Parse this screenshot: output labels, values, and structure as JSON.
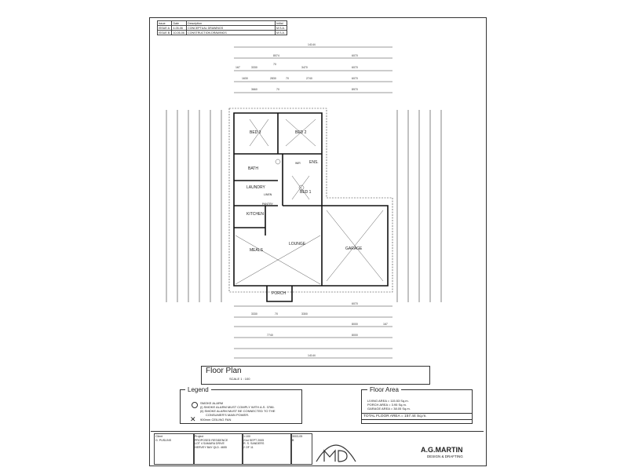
{
  "revisions": {
    "headers": [
      "Issue",
      "Date",
      "Description",
      "Initial"
    ],
    "rows": [
      [
        "ISSUE A",
        "4-05-06",
        "CONCEPTUAL DRAWINGS",
        "M.S.A."
      ],
      [
        "ISSUE B",
        "10-05-06",
        "CONSTRUCTION DRAWINGS",
        "M.S.A."
      ]
    ]
  },
  "top_dims": [
    "14144",
    "8074",
    "6070",
    "167",
    "3330",
    "70",
    "3470",
    "6070",
    "1630",
    "2830",
    "70",
    "2740",
    "6070",
    "3660",
    "70",
    "8970"
  ],
  "rooms": {
    "bed3": "BED 3",
    "bed2": "BED 2",
    "bath": "BATH",
    "ens": "ENS.",
    "laundry": "LAUNDRY",
    "kitchen": "KITCHEN",
    "bed1": "BED 1",
    "pantry": "PANTRY",
    "meals": "MEALS",
    "lounge": "LOUNGE",
    "garage": "GARAGE",
    "porch": "PORCH",
    "linen": "LINEN",
    "wir": "WIR"
  },
  "bottom_dims": [
    "6070",
    "3330",
    "70",
    "3300",
    "8000",
    "167",
    "7740",
    "8000",
    "14144"
  ],
  "plan_title": "Floor Plan",
  "plan_scale": "SCALE 1 : 100",
  "legend": {
    "title": "Legend",
    "items": [
      "SMOKE ALARM",
      "(i) SMOKE ALARM MUST COMPLY WITH A.S. 3786.",
      "(ii) SMOKE ALARM MUST BE CONNECTED TO THE",
      "CONSUMER'S MAIN POWER.",
      "900mm CEILING FAN"
    ]
  },
  "floor_area": {
    "title": "Floor Area",
    "lines": [
      "LIVING AREA = 115.53 Sq.m.",
      "PORCH AREA = 3.95 Sq.m.",
      "GARAGE AREA = 38.05 Sq.m."
    ],
    "total": "TOTAL FLOOR AREA = 157.44 Sq.m."
  },
  "title_block": {
    "client_label": "Client",
    "client": "G. PUSLINS",
    "project_label": "Project",
    "project": "PROPOSED RESIDENCE",
    "address1": "LOT 4 SAMARA DRIVE",
    "address2": "HERVEY BAY QLD. 4655",
    "scale": "1:100",
    "date": "21st SEPT 2005",
    "drawn": "R. S. SANDERS",
    "sheet": "2 OF 11",
    "job": "3003-05",
    "rev": "B",
    "brand": "A.G.MARTIN",
    "brand_sub": "DESIGN & DRAFTING"
  }
}
